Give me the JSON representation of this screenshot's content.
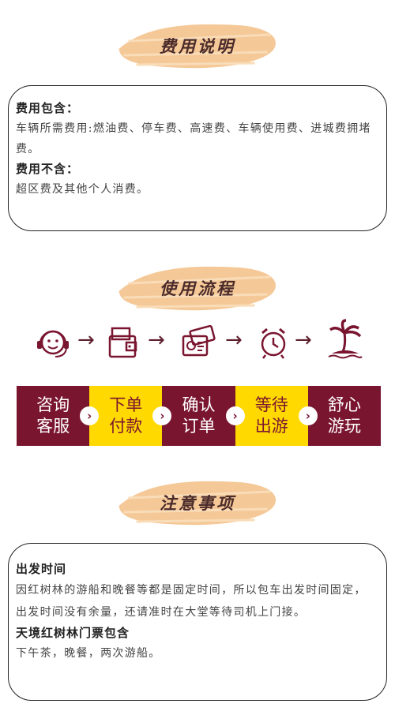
{
  "sections": {
    "fees_title": "费用说明",
    "process_title": "使用流程",
    "notes_title": "注意事项"
  },
  "fees": {
    "included_heading": "费用包含：",
    "included_text": "车辆所需费用:燃油费、停车费、高速费、车辆使用费、进城费拥堵费。",
    "excluded_heading": "费用不含：",
    "excluded_text": "超区费及其他个人消费。"
  },
  "process": {
    "icons": [
      "customer-service-icon",
      "wallet-icon",
      "ticket-icon",
      "alarm-clock-icon",
      "island-icon"
    ],
    "steps": [
      {
        "line1": "咨询",
        "line2": "客服"
      },
      {
        "line1": "下单",
        "line2": "付款"
      },
      {
        "line1": "确认",
        "line2": "订单"
      },
      {
        "line1": "等待",
        "line2": "出游"
      },
      {
        "line1": "舒心",
        "line2": "游玩"
      }
    ],
    "arrow": "→",
    "chevron": "›"
  },
  "notes": {
    "departure_heading": "出发时间",
    "departure_text": "因红树林的游船和晚餐等都是固定时间，所以包车出发时间固定，出发时间没有余量，还请准时在大堂等待司机上门接。",
    "ticket_heading": "天境红树林门票包含",
    "ticket_text": "下午茶，晚餐，两次游船。"
  },
  "colors": {
    "brush": "#f5c897",
    "maroon": "#7a1530",
    "yellow": "#ffd900"
  }
}
